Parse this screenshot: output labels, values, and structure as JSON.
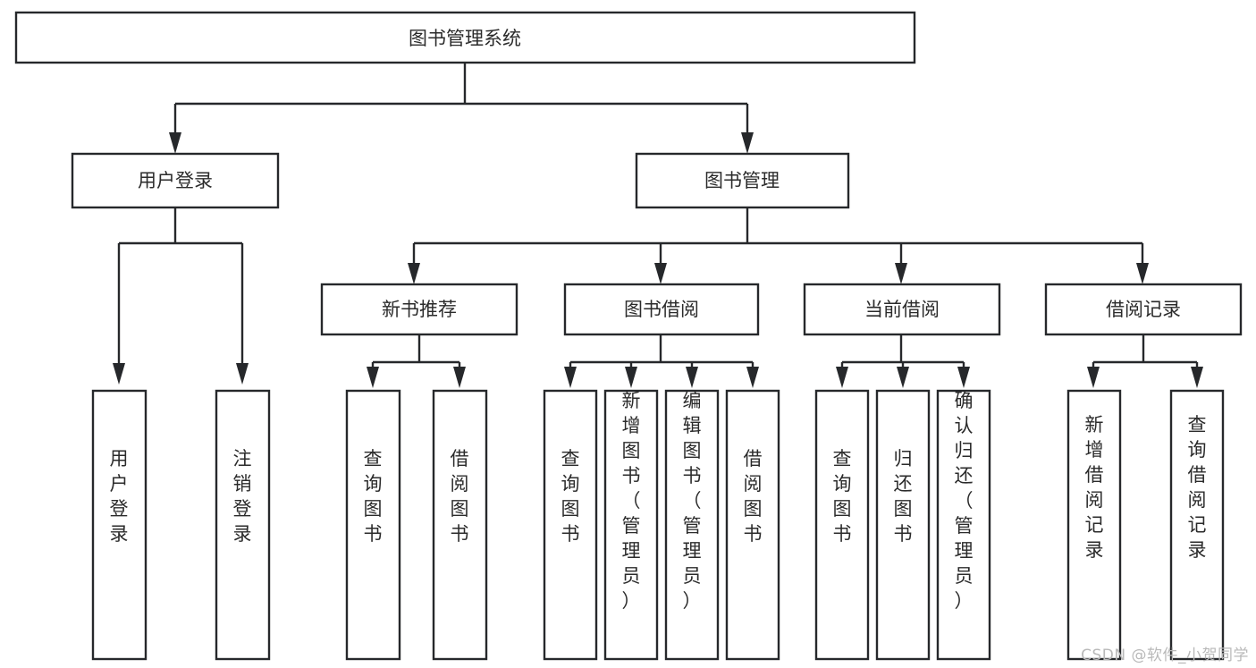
{
  "diagram": {
    "type": "tree-hierarchy-functional-decomposition",
    "root": {
      "id": "root",
      "label": "图书管理系统"
    },
    "level2": [
      {
        "id": "user-login",
        "label": "用户登录"
      },
      {
        "id": "book-management",
        "label": "图书管理"
      }
    ],
    "level3": [
      {
        "id": "new-book-recommend",
        "label": "新书推荐",
        "parent": "book-management"
      },
      {
        "id": "book-borrow",
        "label": "图书借阅",
        "parent": "book-management"
      },
      {
        "id": "current-borrow",
        "label": "当前借阅",
        "parent": "book-management"
      },
      {
        "id": "borrow-record",
        "label": "借阅记录",
        "parent": "book-management"
      }
    ],
    "leaves": [
      {
        "id": "leaf-user-login",
        "label": "用户登录",
        "parent": "user-login"
      },
      {
        "id": "leaf-logout-login",
        "label": "注销登录",
        "parent": "user-login"
      },
      {
        "id": "leaf-query-book-1",
        "label": "查询图书",
        "parent": "new-book-recommend"
      },
      {
        "id": "leaf-borrow-book-1",
        "label": "借阅图书",
        "parent": "new-book-recommend"
      },
      {
        "id": "leaf-query-book-2",
        "label": "查询图书",
        "parent": "book-borrow"
      },
      {
        "id": "leaf-add-book",
        "label": "新增图书（管理员）",
        "parent": "book-borrow"
      },
      {
        "id": "leaf-edit-book",
        "label": "编辑图书（管理员）",
        "parent": "book-borrow"
      },
      {
        "id": "leaf-borrow-book-2",
        "label": "借阅图书",
        "parent": "book-borrow"
      },
      {
        "id": "leaf-query-book-3",
        "label": "查询图书",
        "parent": "current-borrow"
      },
      {
        "id": "leaf-return-book",
        "label": "归还图书",
        "parent": "current-borrow"
      },
      {
        "id": "leaf-confirm-return",
        "label": "确认归还（管理员）",
        "parent": "current-borrow"
      },
      {
        "id": "leaf-add-record",
        "label": "新增借阅记录",
        "parent": "borrow-record"
      },
      {
        "id": "leaf-query-record",
        "label": "查询借阅记录",
        "parent": "borrow-record"
      }
    ],
    "colors": {
      "box_border": "#26282b",
      "box_fill": "#ffffff",
      "text": "#2b2b2b",
      "connector": "#26282b",
      "watermark": "#b9b9b9",
      "background": "#ffffff"
    }
  },
  "watermark": {
    "text": "CSDN @软件_小贺同学"
  }
}
